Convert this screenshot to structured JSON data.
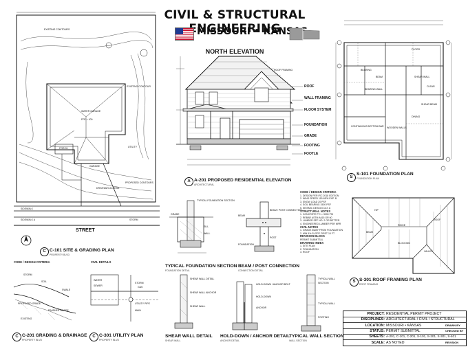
{
  "header": {
    "title": "CIVIL & STRUCTURAL ENGINEERING",
    "states": "MISSOURI • KANSAS"
  },
  "elevation": {
    "subtitle": "NORTH ELEVATION",
    "badge": "A",
    "caption": "A-201 PROPOSED RESIDENTIAL ELEVATION",
    "caption_sub": "ARCHITECTURAL",
    "labels": [
      "ROOF",
      "WALL FRAMING",
      "FLOOR SYSTEM",
      "FOUNDATION",
      "GRADE",
      "FOOTING",
      "FOOTLE"
    ],
    "roof_callout": "ROOF FRAMING"
  },
  "site": {
    "badge": "C",
    "caption": "C-101 SITE & GRADING PLAN",
    "caption_sub": "PROPERTY BLVD",
    "street": "STREET",
    "labels": [
      "EXISTING CONTOURS",
      "WATER GARAGE",
      "FFE = 100",
      "PORCH",
      "GARAGE",
      "DRIVEWAY ACCESS",
      "SIDEWALK",
      "EXISTING CONTOUR",
      "PROPOSED CONTOURS",
      "SIDEWALK A",
      "STORM",
      "UTILITY"
    ]
  },
  "foundation_plan": {
    "badge": "S",
    "caption": "S-101 FOUNDATION PLAN",
    "caption_sub": "FOUNDATION PLAN",
    "labels": [
      "FLOOR",
      "BEARING",
      "SHEAR WALL",
      "BEARING WALL",
      "DINING",
      "SHEAR BEAM",
      "CONTINUOUS BOTTOM BAR",
      "WOODEN WALLS",
      "BEAM",
      "CLEAR"
    ]
  },
  "roof_plan": {
    "badge": "S",
    "caption": "S-301 ROOF FRAMING PLAN",
    "caption_sub": "ROOF FRAMING",
    "labels": [
      "RIDGE",
      "BEAM",
      "HIP",
      "BLOCKING",
      "VALLEY",
      "ROOF"
    ]
  },
  "criteria": {
    "title": "CODE / DESIGN CRITERIA",
    "lines": [
      "1. DESIGN PER IRC 2018 EDITION",
      "2. WIND SPEED 115 MPH EXP. B",
      "3. SNOW LOAD 20 PSF",
      "4. SOIL BEARING 1500 PSF",
      "5. SEISMIC DESIGN CAT. A"
    ],
    "structural_title": "STRUCTURAL NOTES",
    "structural_lines": [
      "1. CONCRETE F'C = 3000 PSI",
      "2. REBAR ASTM A615 GR 60",
      "3. LUMBER SPF NO. 2 OR BETTER",
      "4. ENGINEERED LUMBER PER MFR"
    ],
    "civil_title": "CIVIL NOTES",
    "civil_lines": [
      "1. GRADE AWAY FROM FOUNDATION",
      "2. MIN 5% SLOPE FIRST 10 FT"
    ],
    "revision_title": "REVISION BLOCK",
    "permit_label": "PERMIT SUBMITTAL",
    "drawing_title": "DRAWING INDEX",
    "drawing_lines": [
      "1. SITE PLAN",
      "2. FOUNDATION",
      "3. ROOF"
    ]
  },
  "details": {
    "foundation_caption": "TYPICAL FOUNDATION SECTION",
    "foundation_sub": "FOUNDATION DETAIL",
    "foundation_labels": [
      "TYPICAL FOUNDATION SECTION",
      "GRADE",
      "SILL",
      "WALL"
    ],
    "beam_caption": "BEAM / POST CONNECTION",
    "beam_sub": "CONNECTION DETAIL",
    "beam_labels": [
      "BEAM / POST CONNECTION",
      "BEAM",
      "POST",
      "FOUNDATION"
    ],
    "shear_caption": "SHEAR WALL DETAIL",
    "shear_sub": "SHEAR WALL",
    "shear_labels": [
      "SHEAR WALL DETAIL",
      "SHEAR WALL ANCHOR",
      "SHEAR WALL"
    ],
    "holddown_caption": "HOLD-DOWN / ANCHOR DETAIL",
    "holddown_sub": "ANCHOR DETAIL",
    "holddown_labels": [
      "HOLD-DOWN / ANCHOR BOLT",
      "HOLD-DOWN",
      "ANCHOR"
    ],
    "wall_caption": "TYPICAL WALL SECTION",
    "wall_sub": "WALL SECTION",
    "wall_labels": [
      "TYPICAL WALL",
      "SECTION",
      "TYPICAL WALL",
      "FOOTING"
    ]
  },
  "civil_details": {
    "grading_badge": "C",
    "grading_caption": "C-201 GRADING & DRAINAGE",
    "grading_sub": "PROPERTY BLVD",
    "grading_title": "CODE / DESIGN CRITERIA",
    "grading_labels": [
      "STORM",
      "SOIL",
      "SWALE",
      "PROPOSED GRADE",
      "FINISHED GRADE",
      "EXISTING"
    ],
    "utility_badge": "C",
    "utility_caption": "C-301 UTILITY PLAN",
    "utility_sub": "PROPERTY BLVD",
    "utility_title": "CIVIL DETAILS",
    "utility_labels": [
      "WATER",
      "SEWER",
      "STORM",
      "GAS",
      "UTILITY PIPE",
      "MAIN"
    ]
  },
  "title_block": {
    "rows": [
      {
        "key": "PROJECT:",
        "value": "RESIDENTIAL PERMIT PROJECT",
        "right": ""
      },
      {
        "key": "DISCIPLINES:",
        "value": "ARCHITECTURAL / CIVIL / STRUCTURAL",
        "right": ""
      },
      {
        "key": "LOCATION:",
        "value": "MISSOURI • KANSAS",
        "right": "DRAWN BY"
      },
      {
        "key": "STATUS:",
        "value": "PERMIT SUBMITTAL",
        "right": "CHECKED BY"
      },
      {
        "key": "SHEETS:",
        "value": "A-201, C-101, C-201, S-101, S-201, S-301, S-401",
        "right": ""
      },
      {
        "key": "SCALE:",
        "value": "AS NOTED",
        "right": "REVISION"
      }
    ]
  },
  "colors": {
    "ink": "#111111",
    "flag_red": "#c8102e",
    "flag_blue": "#1f3a93",
    "state_gray": "#9a9a9a"
  }
}
